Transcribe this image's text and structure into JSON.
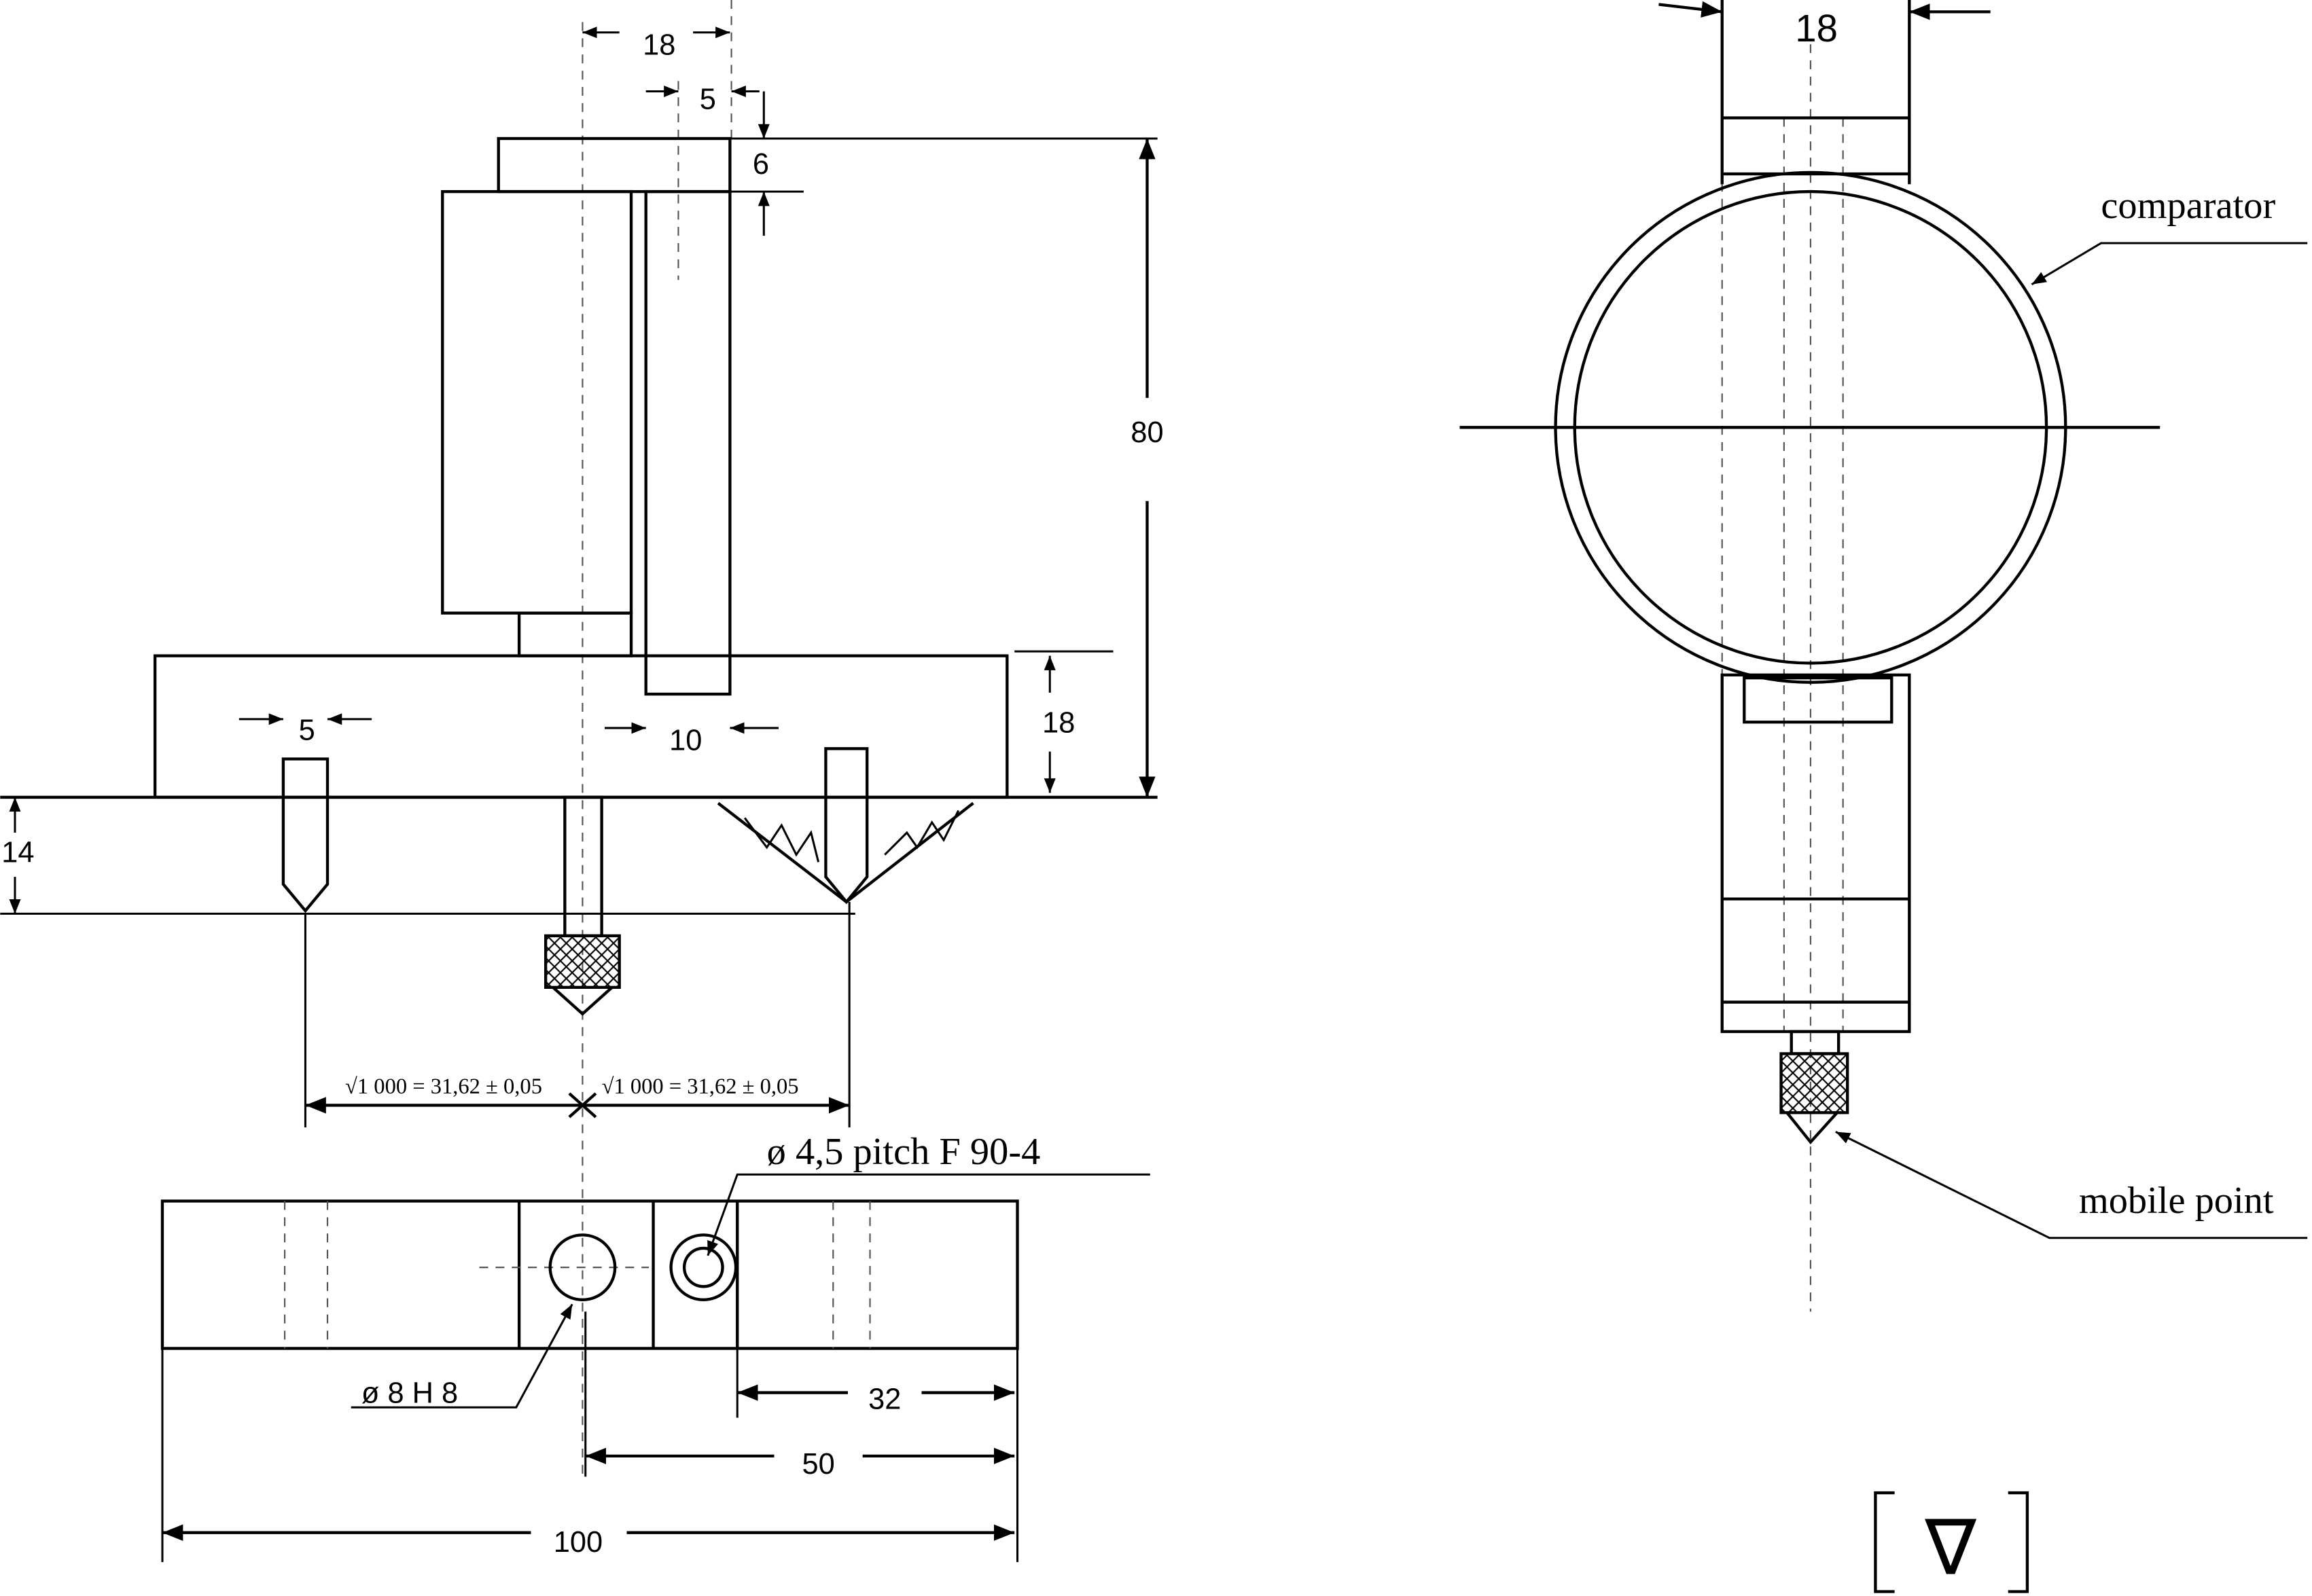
{
  "side_view": {
    "dims": {
      "width_top": "18",
      "offset_top": "5",
      "plate_thickness": "6",
      "total_height": "80",
      "base_height": "18",
      "pin_width": "5",
      "bar_width": "10",
      "pin_length": "14"
    },
    "tolerance_left": "√1 000 = 31,62 ± 0,05",
    "tolerance_right": "√1 000 = 31,62 ± 0,05"
  },
  "plan_view": {
    "thread_label": "ø 4,5 pitch F 90-4",
    "bore_label": "ø 8 H 8",
    "dims": {
      "d32": "32",
      "d50": "50",
      "d100": "100"
    }
  },
  "front_view": {
    "width_dim": "18",
    "comparator_label": "comparator",
    "mobile_point_label": "mobile point"
  },
  "surface_symbol": "∇",
  "colors": {
    "ink": "#000000",
    "paper": "#ffffff"
  }
}
